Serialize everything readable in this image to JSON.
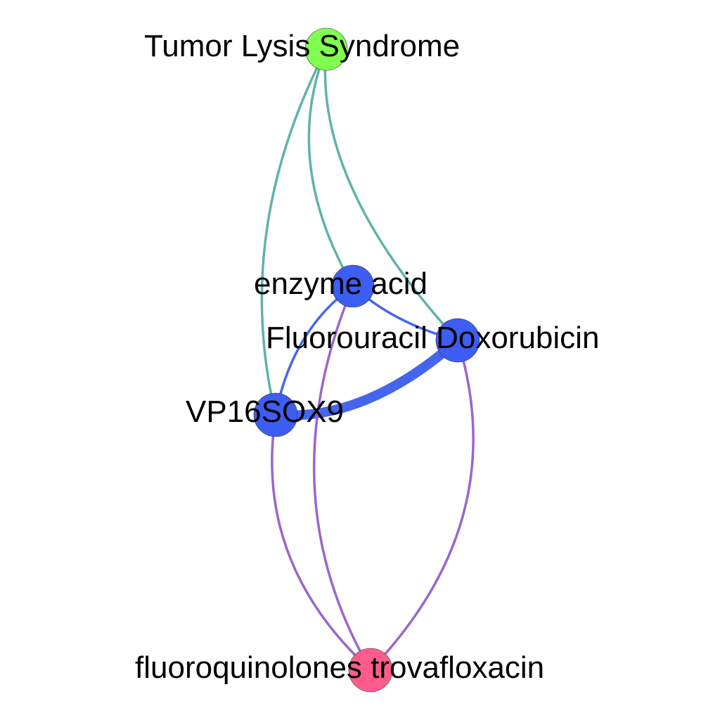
{
  "colors": {
    "edge_green": "#5fb3a7",
    "edge_blue": "#4466ee",
    "edge_purple": "#9b66cc",
    "node_blue": "#3d5ef5",
    "node_green": "#80ff50",
    "node_pink": "#ff5c8d"
  },
  "nodes": [
    {
      "id": "tls",
      "label": "Tumor Lysis Syndrome",
      "color": "#80ff50"
    },
    {
      "id": "enzyme",
      "label": "enzyme acid",
      "color": "#3d5ef5"
    },
    {
      "id": "fluoro",
      "label": "Fluorouracil Doxorubicin",
      "color": "#3d5ef5"
    },
    {
      "id": "vp16",
      "label": "VP16SOX9",
      "color": "#3d5ef5"
    },
    {
      "id": "fq",
      "label": "fluoroquinolones trovafloxacin",
      "color": "#ff5c8d"
    }
  ],
  "edges": [
    {
      "source": "tls",
      "target": "vp16",
      "color": "#5fb3a7",
      "weight": 1
    },
    {
      "source": "tls",
      "target": "enzyme",
      "color": "#5fb3a7",
      "weight": 1
    },
    {
      "source": "tls",
      "target": "fluoro",
      "color": "#5fb3a7",
      "weight": 1
    },
    {
      "source": "enzyme",
      "target": "vp16",
      "color": "#4466ee",
      "weight": 1
    },
    {
      "source": "enzyme",
      "target": "fluoro",
      "color": "#4466ee",
      "weight": 1
    },
    {
      "source": "vp16",
      "target": "fluoro",
      "color": "#4466ee",
      "weight": 5
    },
    {
      "source": "enzyme",
      "target": "fq",
      "color": "#9b66cc",
      "weight": 1
    },
    {
      "source": "vp16",
      "target": "fq",
      "color": "#9b66cc",
      "weight": 1
    },
    {
      "source": "fluoro",
      "target": "fq",
      "color": "#9b66cc",
      "weight": 1
    }
  ]
}
